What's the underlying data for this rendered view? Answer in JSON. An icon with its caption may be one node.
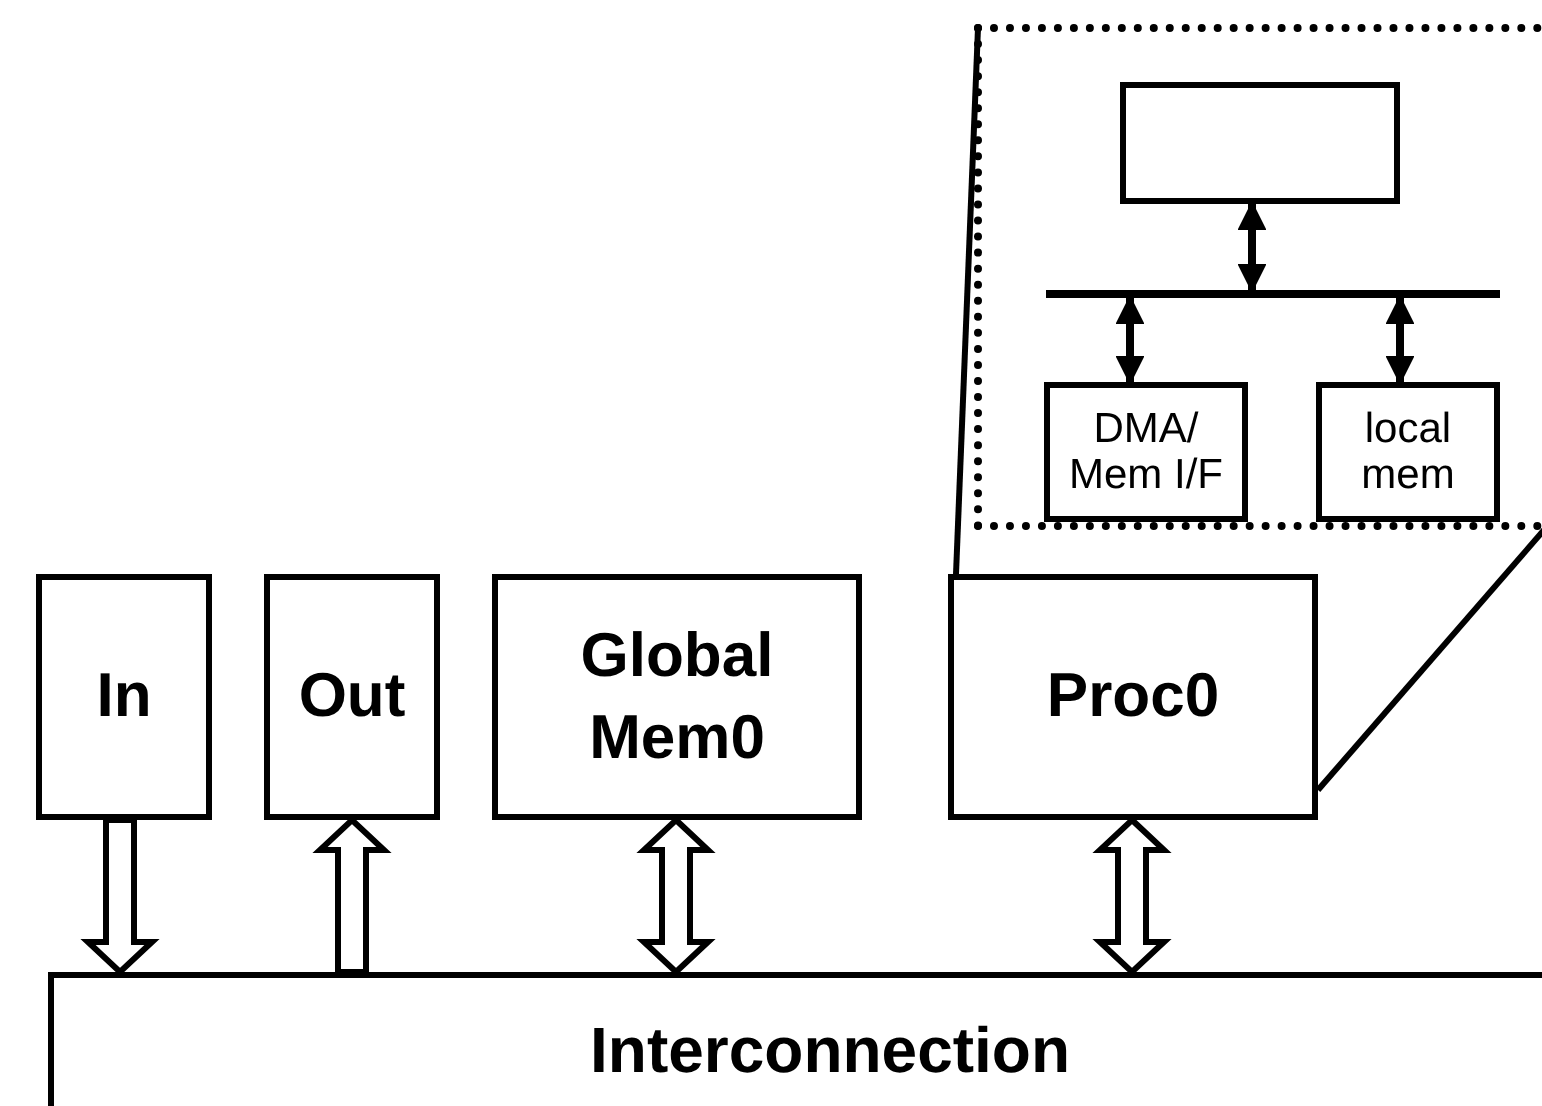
{
  "diagram": {
    "nodes": [
      {
        "text": [
          "In"
        ]
      },
      {
        "text": [
          "Out"
        ]
      },
      {
        "text": [
          "Global Mem0"
        ]
      },
      {
        "text": [
          "Proc0"
        ]
      },
      {
        "text": [
          "Interconnection"
        ]
      },
      {
        "text": [],
        "shape": "box"
      },
      {
        "text": [],
        "shape": "box",
        "in": 5
      },
      {
        "text": [],
        "shape": "bar",
        "in": 5
      },
      {
        "text": [
          "DMA/ Mem I/F"
        ],
        "in": 5
      },
      {
        "text": [
          "local mem"
        ],
        "in": 5
      }
    ],
    "edges": [
      {
        "from": 0,
        "to": 4,
        "arrow": "to",
        "style": "thick"
      },
      {
        "from": 4,
        "to": 1,
        "arrow": "to",
        "style": "thick"
      },
      {
        "from": 2,
        "to": 4,
        "arrow": "both",
        "style": "thick"
      },
      {
        "from": 3,
        "to": 4,
        "arrow": "both",
        "style": "thick"
      },
      {
        "from": 6,
        "to": 7,
        "arrow": "both"
      },
      {
        "from": 7,
        "to": 8,
        "arrow": "both"
      },
      {
        "from": 7,
        "to": 9,
        "arrow": "both"
      },
      {
        "from": 3,
        "to": 5,
        "arrow": "none"
      },
      {
        "from": 3,
        "to": 5,
        "arrow": "none"
      }
    ]
  }
}
